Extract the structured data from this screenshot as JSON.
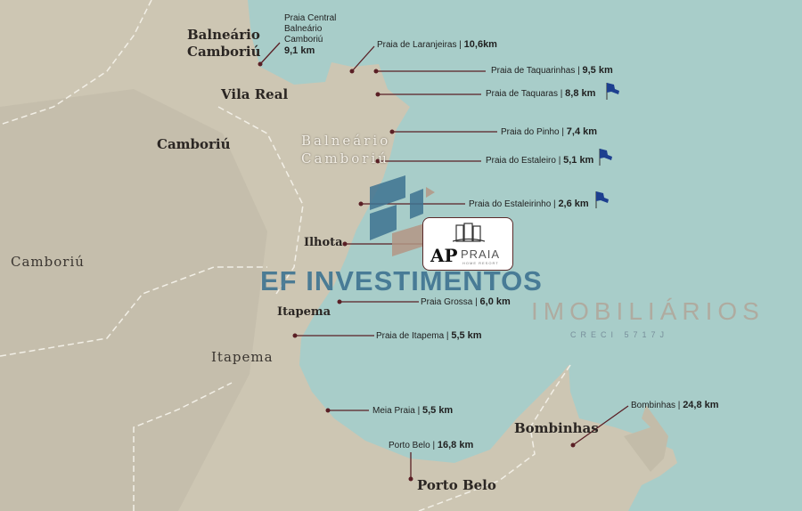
{
  "colors": {
    "sea": "#a8cdc9",
    "land": "#cdc6b3",
    "leader": "#5a1f25",
    "flag": "#1d3f8f",
    "brand_blue": "#3e7391"
  },
  "towns": {
    "balneario_camboriu_top": "Balneário\nCamboriú",
    "vila_real": "Vila Real",
    "camboriu": "Camboriú",
    "balneario_camboriu_area": "Balneário\nCamboriú",
    "camboriu_west": "Camboriú",
    "ilhota": "Ilhota",
    "itapema": "Itapema",
    "itapema_area": "Itapema",
    "bombinhas": "Bombinhas",
    "porto_belo": "Porto Belo"
  },
  "beaches": [
    {
      "name": "Praia Central Balneário Camboriú",
      "distance": "9,1 km"
    },
    {
      "name": "Praia de Laranjeiras |",
      "distance": "10,6km"
    },
    {
      "name": "Praia de Taquarinhas |",
      "distance": "9,5 km"
    },
    {
      "name": "Praia de Taquaras |",
      "distance": "8,8 km",
      "flag": true
    },
    {
      "name": "Praia do Pinho |",
      "distance": "7,4 km"
    },
    {
      "name": "Praia do Estaleiro |",
      "distance": "5,1 km",
      "flag": true
    },
    {
      "name": "Praia do Estaleirinho |",
      "distance": "2,6 km",
      "flag": true
    },
    {
      "name": "Praia Grossa |",
      "distance": "6,0 km"
    },
    {
      "name": "Praia de Itapema |",
      "distance": "5,5 km"
    },
    {
      "name": "Meia Praia |",
      "distance": "5,5 km"
    },
    {
      "name": "Porto Belo |",
      "distance": "16,8 km"
    },
    {
      "name": "Bombinhas |",
      "distance": "24,8 km"
    }
  ],
  "logo": {
    "brand": "AP",
    "name": "PRAIA",
    "tagline": "HOME RESORT"
  },
  "watermark": {
    "line1": "EF INVESTIMENTOS",
    "line2": "IMOBILIÁRIOS",
    "line3": "CRECI 5717J"
  }
}
